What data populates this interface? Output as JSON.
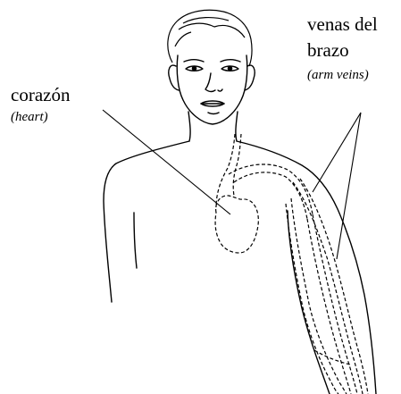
{
  "labels": {
    "heart": {
      "name": "corazón",
      "translation": "(heart)"
    },
    "veins": {
      "name_line1": "venas del",
      "name_line2": "brazo",
      "translation": "(arm veins)"
    }
  }
}
